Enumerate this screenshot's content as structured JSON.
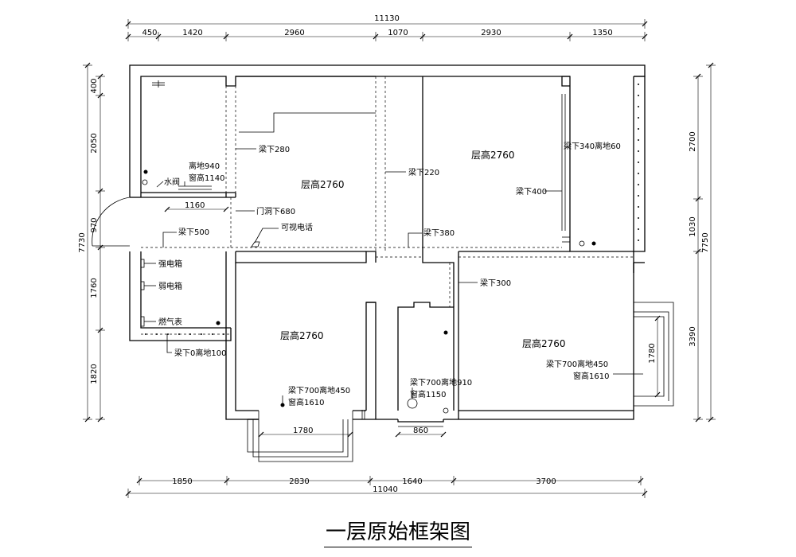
{
  "title": "一层原始框架图",
  "dims": {
    "top_total": "11130",
    "top": [
      "450",
      "1420",
      "2960",
      "1070",
      "2930",
      "1350"
    ],
    "bottom_total": "11040",
    "bottom": [
      "1850",
      "2830",
      "1640",
      "3700"
    ],
    "left_total": "7730",
    "left": [
      "400",
      "2050",
      "970",
      "1760",
      "1820"
    ],
    "right_top": [
      "2700",
      "1030"
    ],
    "right_total": "7750",
    "right_bottom": "3390"
  },
  "rooms": [
    "层高2760",
    "层高2760",
    "层高2760",
    "层高2760"
  ],
  "labels": {
    "beam280": "梁下280",
    "beam220": "梁下220",
    "beam400": "梁下400",
    "beam340": "梁下340离地60",
    "door680": "门洞下680",
    "videophone": "可视电话",
    "beam500": "梁下500",
    "beam380": "梁下380",
    "beam300": "梁下300",
    "strong_box": "强电箱",
    "weak_box": "弱电箱",
    "gas_meter": "燃气表",
    "beam0": "梁下0离地100",
    "valve": "水阀",
    "kitchen_win1": "离地940",
    "kitchen_win2": "窗高1140",
    "kitchen_win_w": "1160",
    "bed1_win1": "梁下700离地450",
    "bed1_win2": "窗高1610",
    "bed1_win_w": "1780",
    "bath_win1": "梁下700离地910",
    "bath_win2": "窗高1150",
    "bath_win_w": "860",
    "bed2_win1": "梁下700离地450",
    "bed2_win2": "窗高1610",
    "bed2_win_w": "1780"
  }
}
